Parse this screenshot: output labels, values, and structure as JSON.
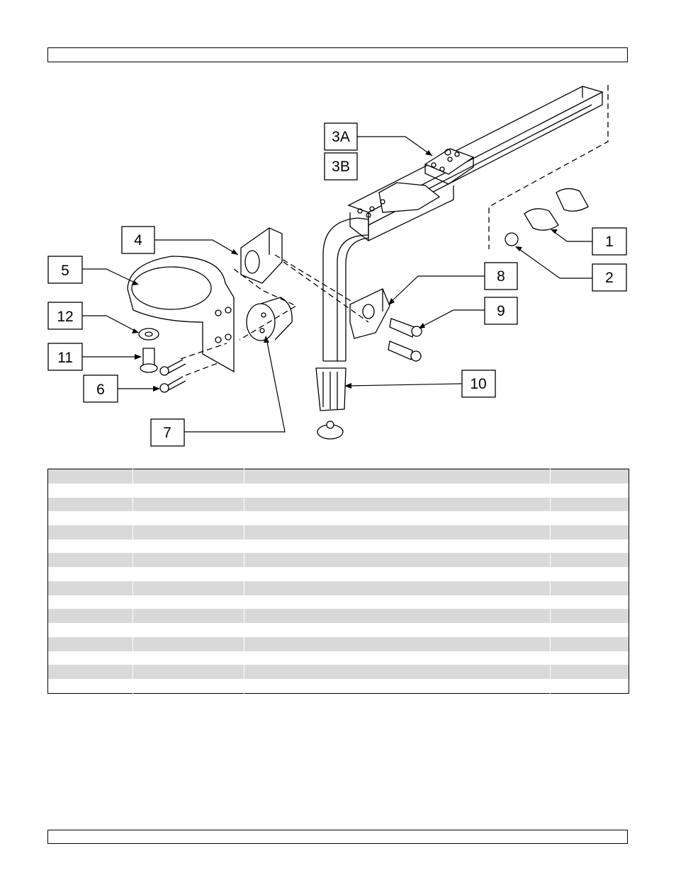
{
  "document": {
    "header_text": "",
    "footer_text": ""
  },
  "diagram": {
    "callouts": [
      {
        "id": "c1",
        "label": "1"
      },
      {
        "id": "c2",
        "label": "2"
      },
      {
        "id": "c3a",
        "label": "3A"
      },
      {
        "id": "c3b",
        "label": "3B"
      },
      {
        "id": "c4",
        "label": "4"
      },
      {
        "id": "c5",
        "label": "5"
      },
      {
        "id": "c6",
        "label": "6"
      },
      {
        "id": "c7",
        "label": "7"
      },
      {
        "id": "c8",
        "label": "8"
      },
      {
        "id": "c9",
        "label": "9"
      },
      {
        "id": "c10",
        "label": "10"
      },
      {
        "id": "c11",
        "label": "11"
      },
      {
        "id": "c12",
        "label": "12"
      }
    ]
  },
  "parts_table": {
    "columns": [
      "",
      "",
      "",
      ""
    ],
    "row_count": 16,
    "rows": [
      [
        "",
        "",
        "",
        ""
      ],
      [
        "",
        "",
        "",
        ""
      ],
      [
        "",
        "",
        "",
        ""
      ],
      [
        "",
        "",
        "",
        ""
      ],
      [
        "",
        "",
        "",
        ""
      ],
      [
        "",
        "",
        "",
        ""
      ],
      [
        "",
        "",
        "",
        ""
      ],
      [
        "",
        "",
        "",
        ""
      ],
      [
        "",
        "",
        "",
        ""
      ],
      [
        "",
        "",
        "",
        ""
      ],
      [
        "",
        "",
        "",
        ""
      ],
      [
        "",
        "",
        "",
        ""
      ],
      [
        "",
        "",
        "",
        ""
      ],
      [
        "",
        "",
        "",
        ""
      ],
      [
        "",
        "",
        "",
        ""
      ],
      [
        "",
        "",
        "",
        ""
      ]
    ]
  }
}
